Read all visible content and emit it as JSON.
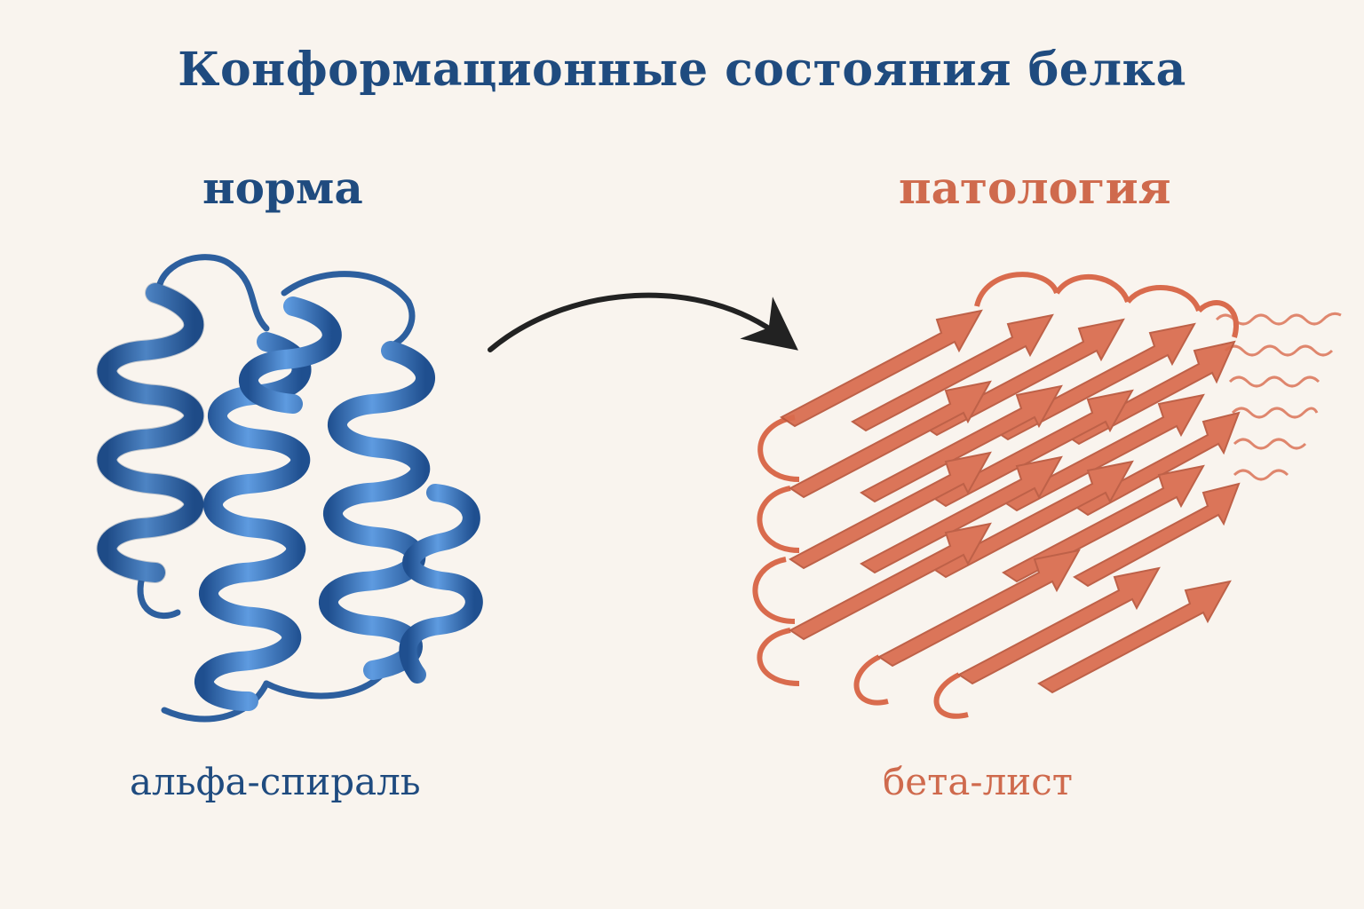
{
  "title": "Конформационные состояния белка",
  "states": {
    "normal": {
      "label": "норма",
      "caption": "альфа-спираль",
      "color": "#3a72b6"
    },
    "pathological": {
      "label": "патология",
      "caption": "бета-лист",
      "color": "#d96b4d"
    }
  },
  "colors": {
    "background": "#f9f4ee",
    "title": "#1f4b7f",
    "arrow": "#222222"
  }
}
